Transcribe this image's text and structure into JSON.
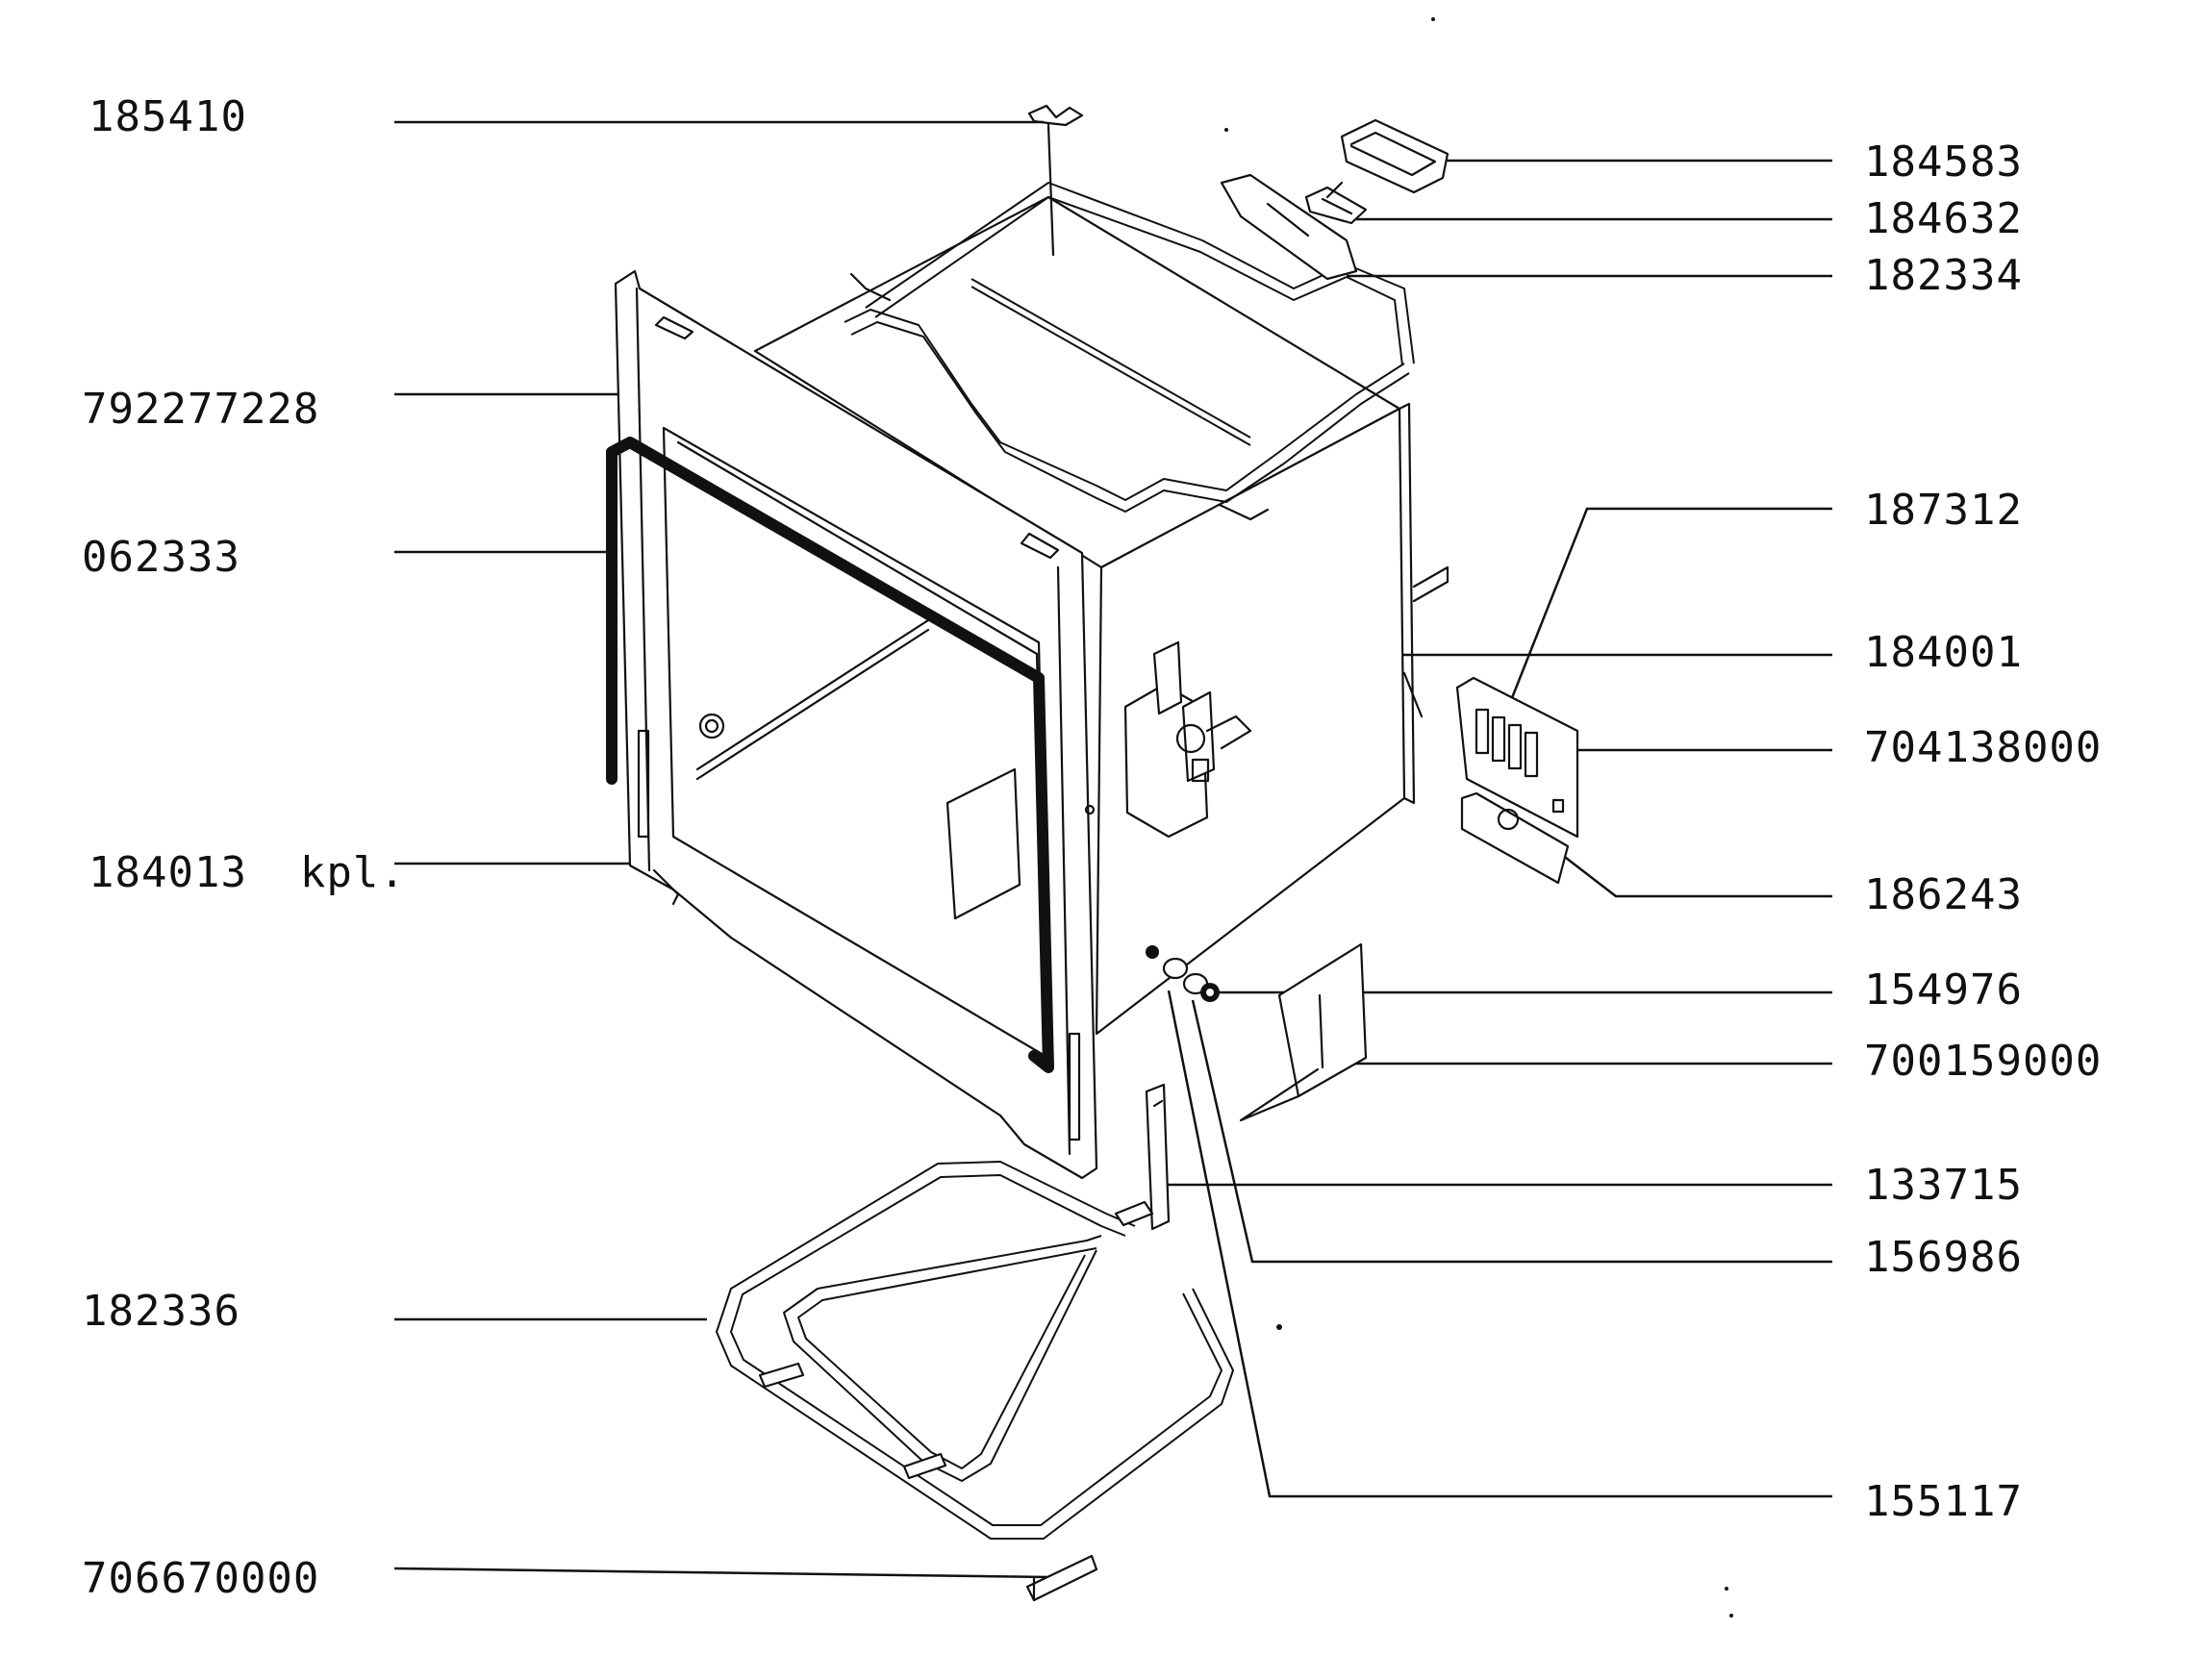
{
  "labels_left": [
    {
      "id": "185410",
      "text": "185410"
    },
    {
      "id": "792277228",
      "text": "792277228"
    },
    {
      "id": "062333",
      "text": "062333"
    },
    {
      "id": "184013",
      "text": "184013  kpl."
    },
    {
      "id": "182336",
      "text": "182336"
    },
    {
      "id": "706670000",
      "text": "706670000"
    }
  ],
  "labels_right": [
    {
      "id": "184583",
      "text": "184583"
    },
    {
      "id": "184632",
      "text": "184632"
    },
    {
      "id": "182334",
      "text": "182334"
    },
    {
      "id": "187312",
      "text": "187312"
    },
    {
      "id": "184001",
      "text": "184001"
    },
    {
      "id": "704138000",
      "text": "704138000"
    },
    {
      "id": "186243",
      "text": "186243"
    },
    {
      "id": "154976",
      "text": "154976"
    },
    {
      "id": "700159000",
      "text": "700159000"
    },
    {
      "id": "133715",
      "text": "133715"
    },
    {
      "id": "156986",
      "text": "156986"
    },
    {
      "id": "155117",
      "text": "155117"
    }
  ],
  "colors": {
    "ink": "#111111",
    "paper": "#ffffff"
  }
}
